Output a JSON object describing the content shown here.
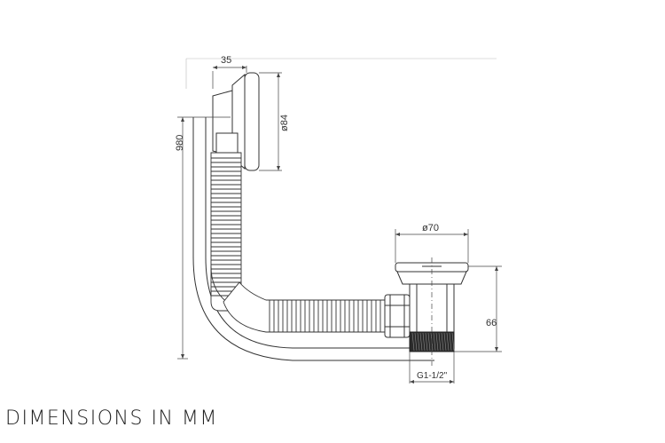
{
  "dimensions": {
    "overflow_depth": "35",
    "overflow_diameter": "ø84",
    "cable_length": "980",
    "waste_diameter": "ø70",
    "waste_height": "66",
    "thread": "G1-1/2\""
  },
  "caption": "DIMENSIONS IN MM"
}
